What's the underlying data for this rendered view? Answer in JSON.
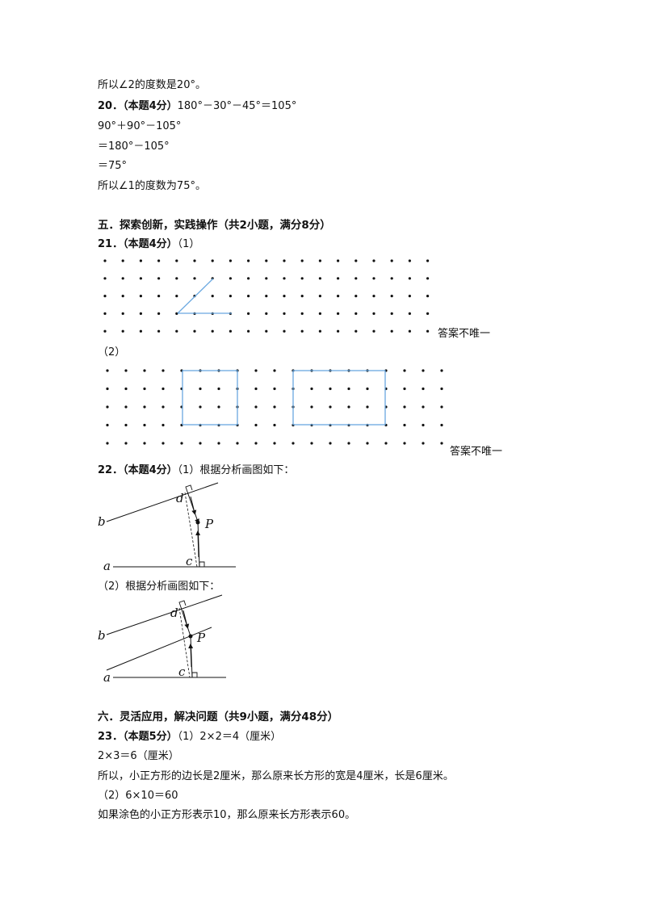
{
  "lines": {
    "l1": "所以∠2的度数是20°。",
    "q20_head": "20．（本题4分）",
    "q20_a": "180°－30°－45°＝105°",
    "l3": "90°＋90°－105°",
    "l4": "＝180°－105°",
    "l5": "＝75°",
    "l6": "所以∠1的度数为75°。",
    "sec5": "五．探索创新，实践操作（共2小题，满分8分）",
    "q21_head": "21．（本题4分）",
    "q21_p1": "（1）",
    "note1": "答案不唯一",
    "q21_p2": "（2）",
    "note2": "答案不唯一",
    "q22_head": "22．（本题4分）",
    "q22_p1": "（1）根据分析画图如下：",
    "q22_p2": "（2）根据分析画图如下：",
    "sec6": "六．灵活应用，解决问题（共9小题，满分48分）",
    "q23_head": "23．（本题5分）",
    "q23_a": "（1）2×2＝4（厘米）",
    "q23_b": "2×3＝6（厘米）",
    "q23_c": "所以，小正方形的边长是2厘米，那么原来长方形的宽是4厘米，长是6厘米。",
    "q23_d": "（2）6×10＝60",
    "q23_e": "如果涂色的小正方形表示10，那么原来长方形表示60。"
  },
  "figure_labels": {
    "a": "a",
    "b": "b",
    "c": "c",
    "d": "d",
    "P": "P"
  },
  "colors": {
    "drawing_line": "#6aa8e0",
    "dot": "#111111"
  }
}
